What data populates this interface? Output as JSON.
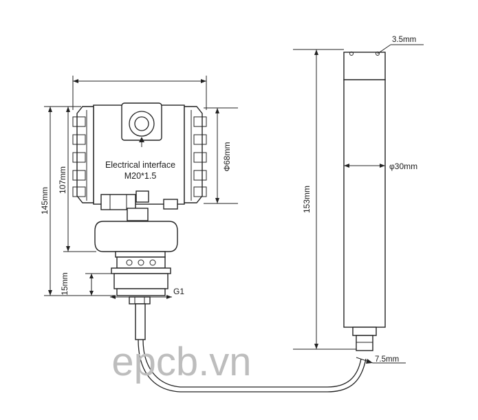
{
  "labels": {
    "electrical_interface": "Electrical interface",
    "thread_spec": "M20*1.5",
    "dim_145": "145mm",
    "dim_107": "107mm",
    "dim_15": "15mm",
    "dim_phi68": "Φ68mm",
    "thread_g1": "G1",
    "dim_153": "153mm",
    "dim_3_5": "3.5mm",
    "dim_phi30": "φ30mm",
    "dim_7_5": "7.5mm"
  },
  "watermark": "epcb.vn"
}
